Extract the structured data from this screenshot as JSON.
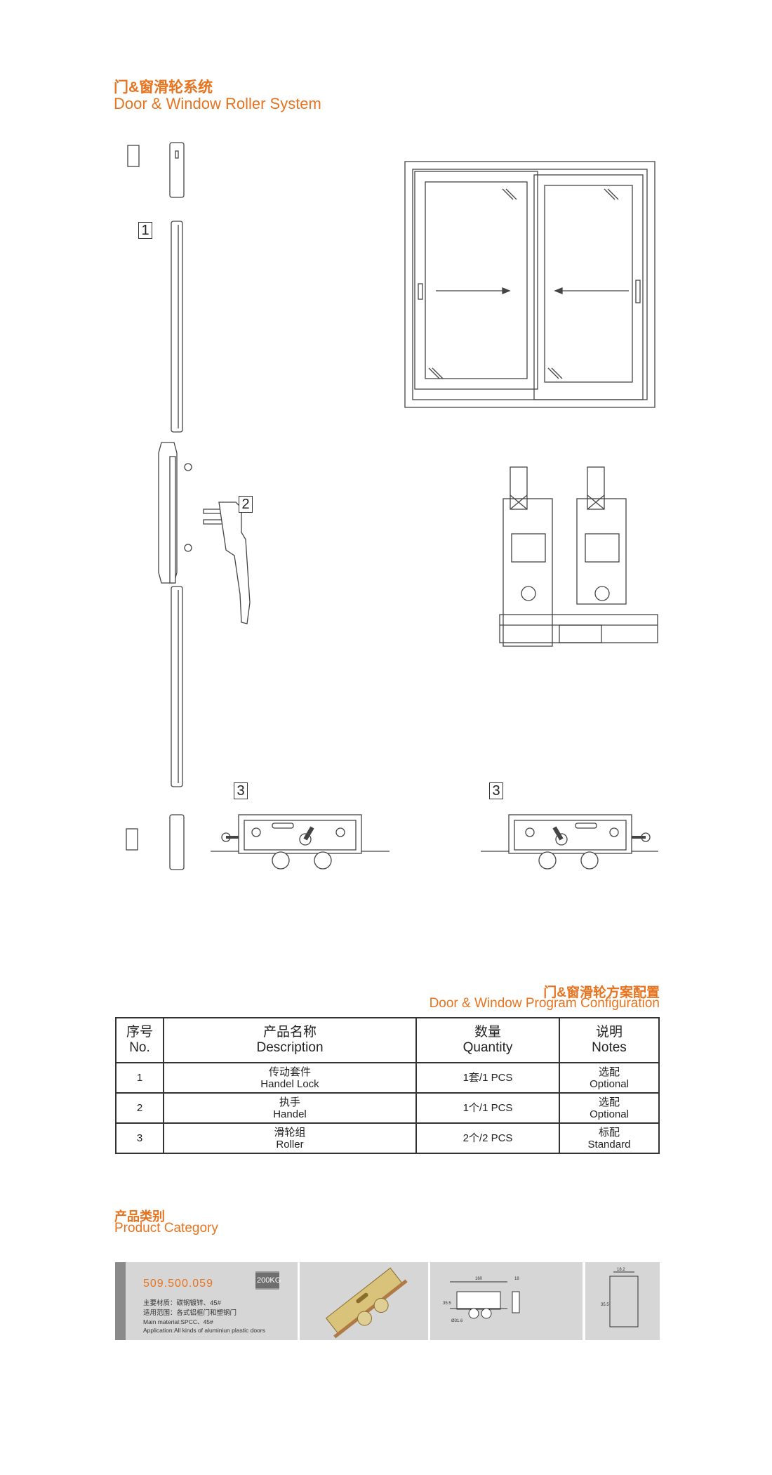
{
  "header": {
    "title_cn": "门&窗滑轮系统",
    "title_en": "Door & Window Roller System"
  },
  "diagram_labels": [
    "1",
    "2",
    "3",
    "3"
  ],
  "config": {
    "title_cn": "门&窗滑轮方案配置",
    "title_en": "Door & Window Program Configuration",
    "columns": [
      {
        "cn": "序号",
        "en": "No."
      },
      {
        "cn": "产品名称",
        "en": "Description"
      },
      {
        "cn": "数量",
        "en": "Quantity"
      },
      {
        "cn": "说明",
        "en": "Notes"
      }
    ],
    "rows": [
      {
        "no": "1",
        "desc_cn": "传动套件",
        "desc_en": "Handel Lock",
        "qty": "1套/1 PCS",
        "note_cn": "选配",
        "note_en": "Optional"
      },
      {
        "no": "2",
        "desc_cn": "执手",
        "desc_en": "Handel",
        "qty": "1个/1 PCS",
        "note_cn": "选配",
        "note_en": "Optional"
      },
      {
        "no": "3",
        "desc_cn": "滑轮组",
        "desc_en": "Roller",
        "qty": "2个/2 PCS",
        "note_cn": "标配",
        "note_en": "Standard"
      }
    ]
  },
  "category": {
    "title_cn": "产品类别",
    "title_en": "Product Category",
    "code": "509.500.059",
    "load": "200KG",
    "material_cn": "主要材质：碳钢镀锌、45#",
    "application_cn": "适用范围：各式铝框门和塑钢门",
    "material_en": "Main material:SPCC、45#",
    "application_en": "Application:All kinds of aluminiun plastic doors",
    "dims": {
      "length": "160",
      "width": "18",
      "height": "35.5",
      "wheel": "Ø31.6",
      "inner": "18.2",
      "side_height": "35.5"
    }
  },
  "colors": {
    "accent": "#e8731e",
    "panel": "#d6d6d6"
  }
}
